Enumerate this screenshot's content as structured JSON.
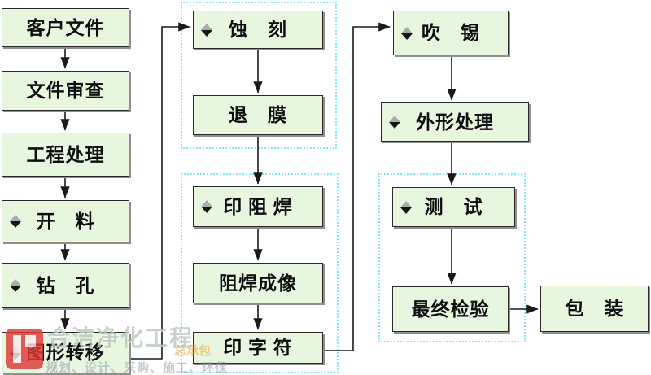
{
  "diagram": {
    "type": "flowchart",
    "title_hint": "PCB manufacturing process flow",
    "colors": {
      "node_fill": "#e7f6df",
      "node_border": "#2a2a2a",
      "node_shadow": "#8f8f8f",
      "group_dashed_border": "#85e7f3",
      "connector": "#1a1a1a",
      "diamond_top": "#ababab",
      "diamond_bottom": "#141414"
    },
    "nodes": [
      {
        "label": "客户文件",
        "icon": false
      },
      {
        "label": "文件审查",
        "icon": false
      },
      {
        "label": "工程处理",
        "icon": false
      },
      {
        "label": "开　料",
        "icon": true
      },
      {
        "label": "钻　孔",
        "icon": true
      },
      {
        "label": "图形转移",
        "icon": true
      },
      {
        "label": "蚀　刻",
        "icon": true
      },
      {
        "label": "退　膜",
        "icon": false
      },
      {
        "label": "印 阻 焊",
        "icon": true
      },
      {
        "label": "阻焊成像",
        "icon": false
      },
      {
        "label": "印 字 符",
        "icon": false
      },
      {
        "label": "吹　锡",
        "icon": true
      },
      {
        "label": "外形处理",
        "icon": true
      },
      {
        "label": "测　试",
        "icon": true
      },
      {
        "label": "最终检验",
        "icon": false
      },
      {
        "label": "包　装",
        "icon": false
      }
    ],
    "edges": [
      "客户文件→文件审查",
      "文件审查→工程处理",
      "工程处理→开料",
      "开料→钻孔",
      "钻孔→图形转移",
      "图形转移→蚀刻",
      "蚀刻→退膜",
      "退膜→印阻焊",
      "印阻焊→阻焊成像",
      "阻焊成像→印字符",
      "印字符→吹锡",
      "吹锡→外形处理",
      "外形处理→测试",
      "测试→最终检验",
      "最终检验→包装"
    ]
  },
  "watermark": {
    "title": "合洁净化工程",
    "subtitle": "总承包",
    "line": "规划、设计、采购、施工、环保",
    "logo_color": "#e03a38"
  }
}
